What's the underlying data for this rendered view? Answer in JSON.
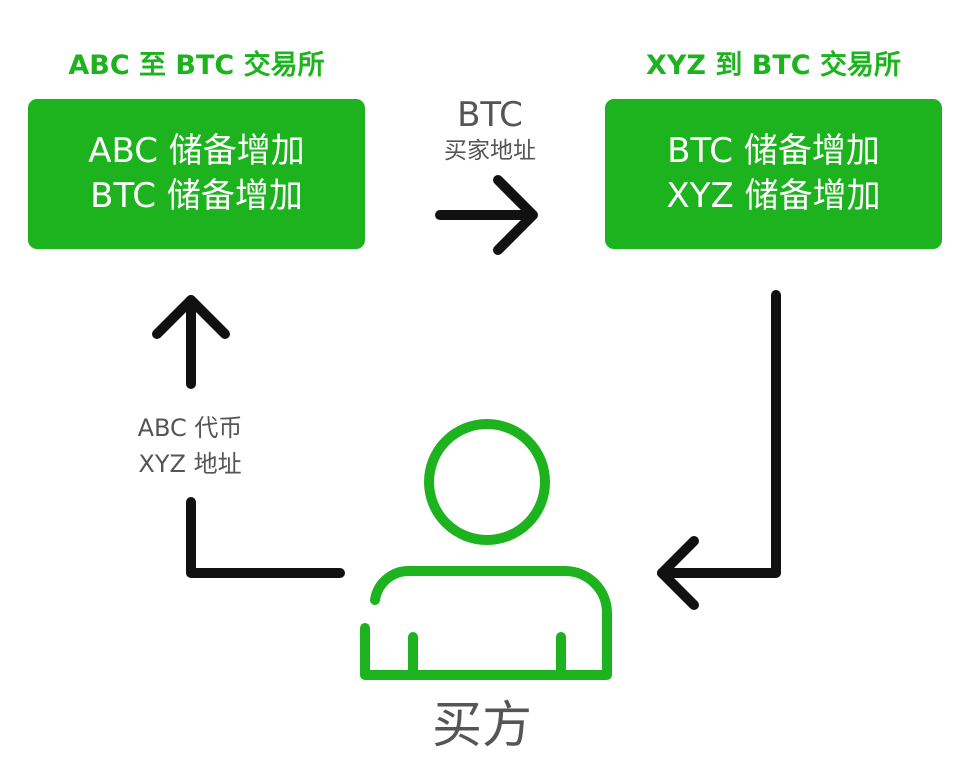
{
  "exchange_left": {
    "title": "ABC 至 BTC 交易所",
    "lines": [
      "ABC 储备增加",
      "BTC 储备增加"
    ]
  },
  "exchange_right": {
    "title": "XYZ 到 BTC 交易所",
    "lines": [
      "BTC 储备增加",
      "XYZ 储备增加"
    ]
  },
  "transfer_label": {
    "line1": "BTC",
    "line2": "买家地址"
  },
  "deposit_label": {
    "line1": "ABC 代币",
    "line2": "XYZ 地址"
  },
  "buyer": {
    "label": "买方"
  },
  "colors": {
    "green": "#1db31f",
    "arrow": "#111111",
    "text_gray": "#555555"
  }
}
